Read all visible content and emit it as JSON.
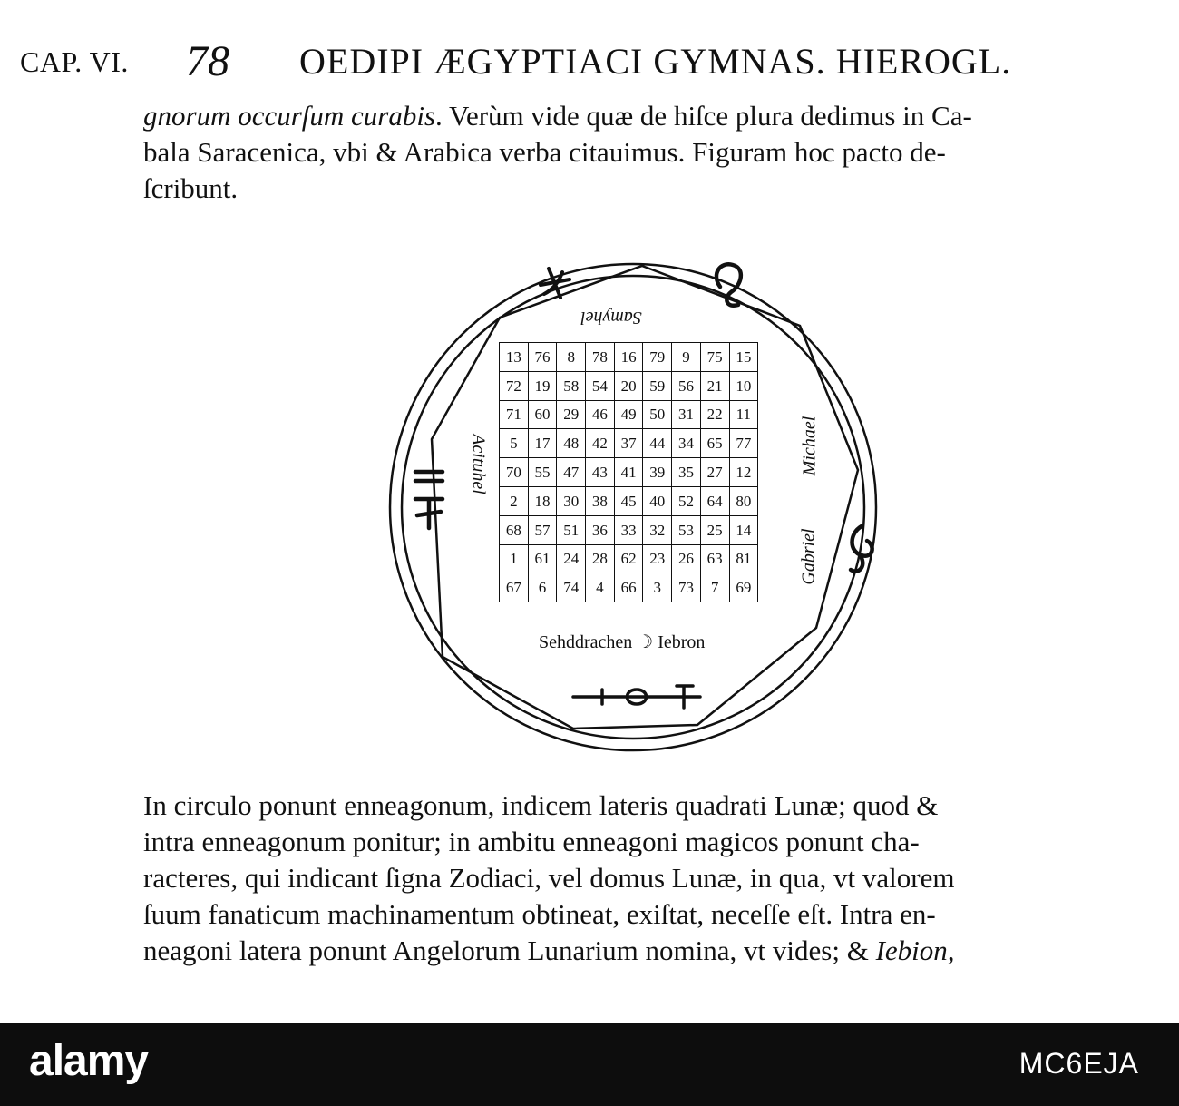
{
  "header": {
    "chapter": "CAP. VI.",
    "page_number": "78",
    "running_title": "OEDIPI ÆGYPTIACI GYMNAS. HIEROGL."
  },
  "intro": {
    "line1_italic": "gnorum occurſum curabis",
    "line1_rest": ". Verùm vide quæ de hiſce plura dedimus in Ca-",
    "line2": "bala Saracenica, vbi & Arabica verba citauimus. Figuram hoc pacto de-",
    "line3": "ſcribunt."
  },
  "figure": {
    "angel_top": "Samyhel",
    "angel_left": "Acituhel",
    "angel_right_upper": "Michael",
    "angel_right_lower": "Gabriel",
    "angel_bottom_left": "Sehddrachen",
    "angel_bottom_right": "Iebron",
    "moon_symbol": "☽",
    "magic_square": [
      [
        "13",
        "76",
        "8",
        "78",
        "16",
        "79",
        "9",
        "75",
        "15"
      ],
      [
        "72",
        "19",
        "58",
        "54",
        "20",
        "59",
        "56",
        "21",
        "10"
      ],
      [
        "71",
        "60",
        "29",
        "46",
        "49",
        "50",
        "31",
        "22",
        "11"
      ],
      [
        "5",
        "17",
        "48",
        "42",
        "37",
        "44",
        "34",
        "65",
        "77"
      ],
      [
        "70",
        "55",
        "47",
        "43",
        "41",
        "39",
        "35",
        "27",
        "12"
      ],
      [
        "2",
        "18",
        "30",
        "38",
        "45",
        "40",
        "52",
        "64",
        "80"
      ],
      [
        "68",
        "57",
        "51",
        "36",
        "33",
        "32",
        "53",
        "25",
        "14"
      ],
      [
        "1",
        "61",
        "24",
        "28",
        "62",
        "23",
        "26",
        "63",
        "81"
      ],
      [
        "67",
        "6",
        "74",
        "4",
        "66",
        "3",
        "73",
        "7",
        "69"
      ]
    ],
    "line_color": "#111111"
  },
  "body_text": {
    "lines": [
      "In circulo ponunt enneagonum, indicem lateris quadrati Lunæ; quod &",
      "intra enneagonum ponitur; in ambitu enneagoni magicos ponunt cha-",
      "racteres, qui indicant ſigna Zodiaci, vel domus Lunæ, in qua, vt valorem",
      "ſuum fanaticum machinamentum obtineat, exiſtat, neceſſe eſt. Intra en-",
      "neagoni latera ponunt Angelorum Lunarium nomina, vt vides; & "
    ],
    "last_line_italic": "Iebion,"
  },
  "footer": {
    "brand": "alamy",
    "stock_code": "MC6EJA",
    "background": "#0d0d0d"
  }
}
